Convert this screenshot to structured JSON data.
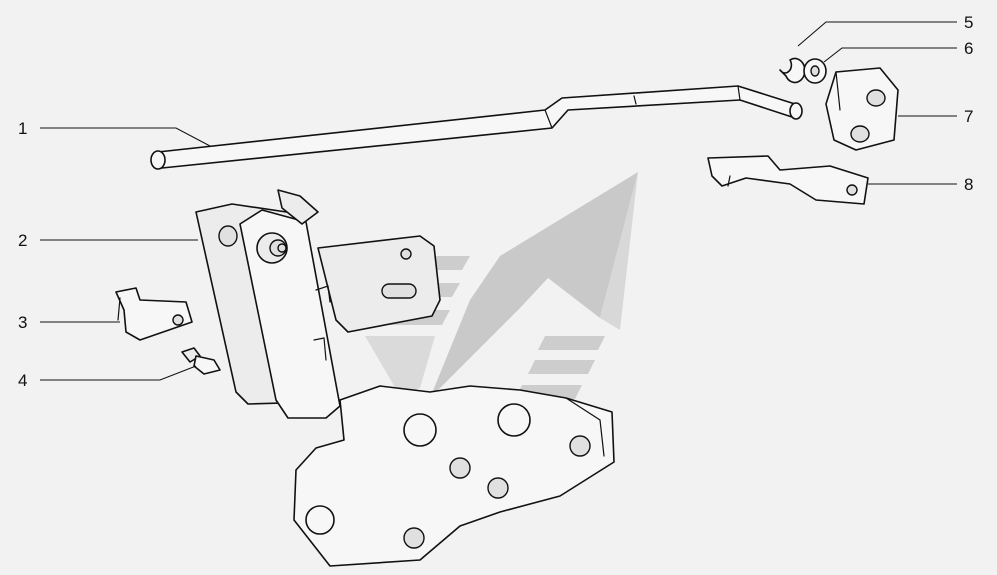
{
  "callouts": [
    {
      "id": "1",
      "label": "1"
    },
    {
      "id": "2",
      "label": "2"
    },
    {
      "id": "3",
      "label": "3"
    },
    {
      "id": "4",
      "label": "4"
    },
    {
      "id": "5",
      "label": "5"
    },
    {
      "id": "6",
      "label": "6"
    },
    {
      "id": "7",
      "label": "7"
    },
    {
      "id": "8",
      "label": "8"
    }
  ],
  "colors": {
    "background": "#f2f2f2",
    "line": "#111111",
    "watermark": "#b8b8b8"
  },
  "icons": [
    "watermark-logo-icon"
  ]
}
